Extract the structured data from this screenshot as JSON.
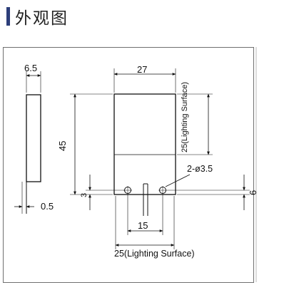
{
  "header": {
    "title": "外观图"
  },
  "drawing": {
    "dims": {
      "side_thickness": "6.5",
      "width_top": "27",
      "height_total": "45",
      "lighting_height": "25(Lighting Surface)",
      "holes": "2-ø3.5",
      "hole_offset_left": "3",
      "hole_offset_right": "6",
      "lead_thickness": "0.5",
      "hole_spacing": "15",
      "lighting_width": "25(Lighting Surface)"
    }
  }
}
